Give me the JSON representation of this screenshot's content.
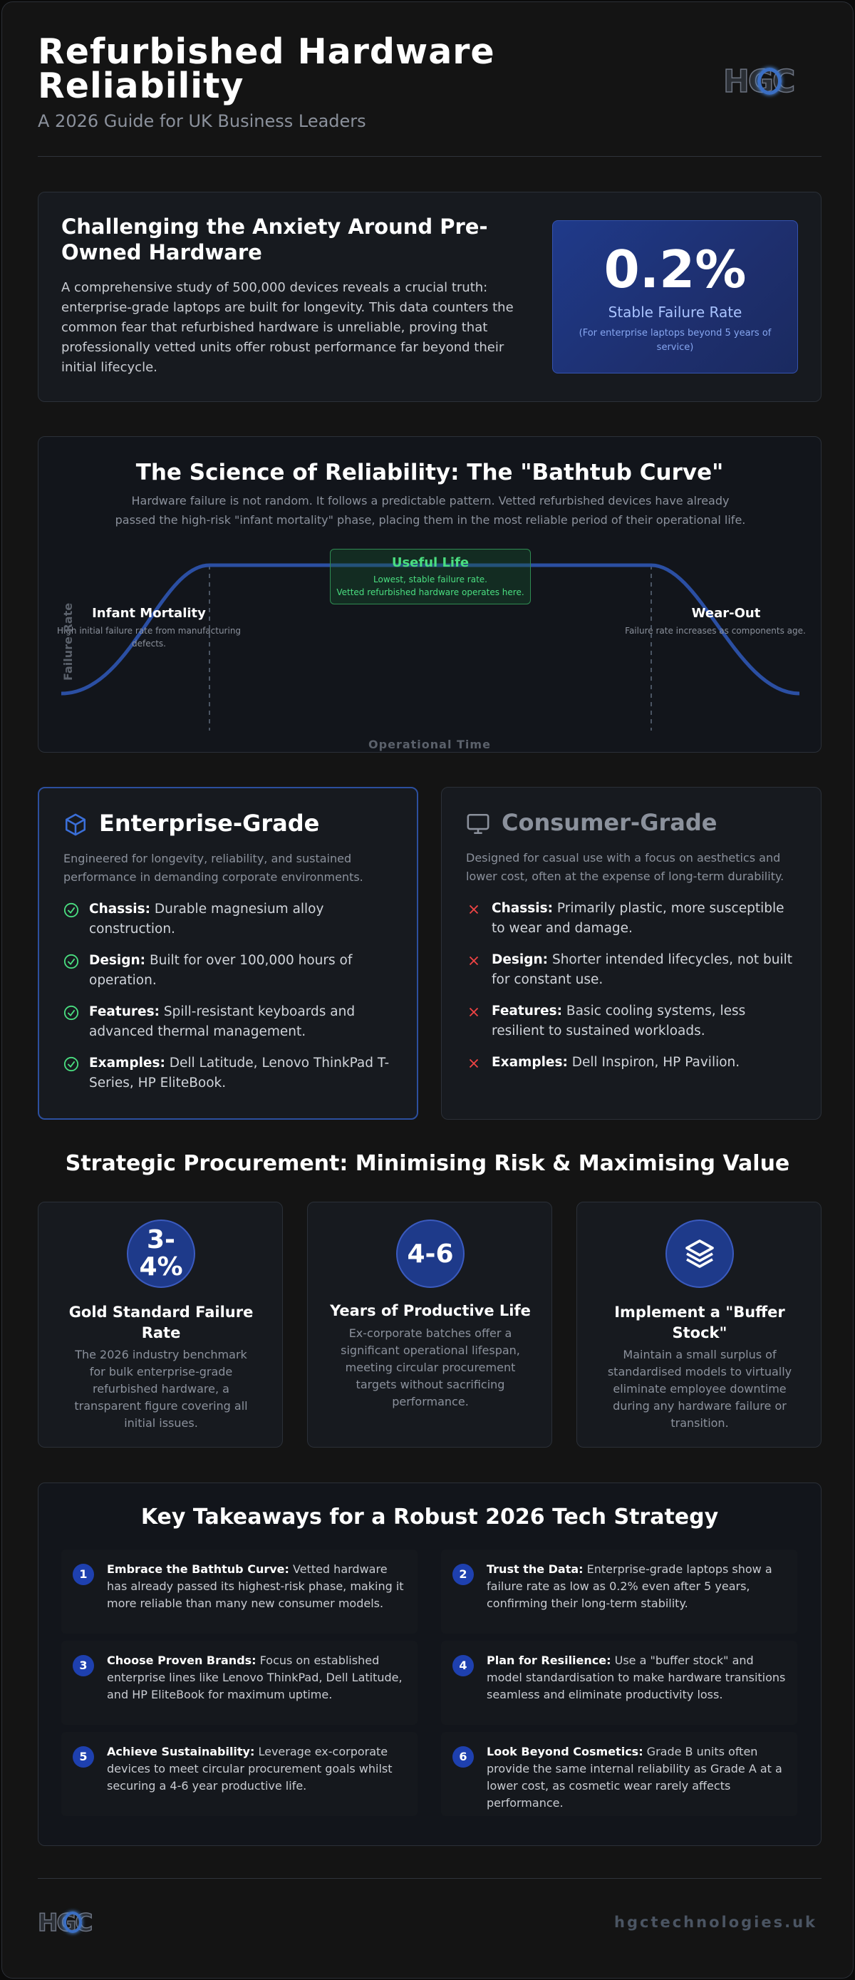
{
  "header": {
    "title": "Refurbished Hardware Reliability",
    "subtitle": "A 2026 Guide for UK Business Leaders",
    "logo_text": "HGC"
  },
  "intro": {
    "heading": "Challenging the Anxiety Around Pre-Owned Hardware",
    "body": "A comprehensive study of 500,000 devices reveals a crucial truth: enterprise-grade laptops are built for longevity. This data counters the common fear that refurbished hardware is unreliable, proving that professionally vetted units offer robust performance far beyond their initial lifecycle.",
    "stat_value": "0.2%",
    "stat_label": "Stable Failure Rate",
    "stat_note": "(For enterprise laptops beyond 5 years of service)"
  },
  "bathtub": {
    "heading": "The Science of Reliability: The \"Bathtub Curve\"",
    "description": "Hardware failure is not random. It follows a predictable pattern. Vetted refurbished devices have already passed the high-risk \"infant mortality\" phase, placing them in the most reliable period of their operational life.",
    "y_label": "Failure Rate",
    "x_label": "Operational Time",
    "phases": [
      {
        "title": "Infant Mortality",
        "text": "High initial failure rate from manufacturing defects."
      },
      {
        "title": "Useful Life",
        "text1": "Lowest, stable failure rate.",
        "text2": "Vetted refurbished hardware operates here."
      },
      {
        "title": "Wear-Out",
        "text": "Failure rate increases as components age."
      }
    ],
    "curve_color": "#2b4fa3",
    "highlight_color": "#4ade80"
  },
  "compare": {
    "enterprise": {
      "title": "Enterprise-Grade",
      "icon": "cube-icon",
      "description": "Engineered for longevity, reliability, and sustained performance in demanding corporate environments.",
      "items": [
        {
          "label": "Chassis:",
          "text": " Durable magnesium alloy construction."
        },
        {
          "label": "Design:",
          "text": " Built for over 100,000 hours of operation."
        },
        {
          "label": "Features:",
          "text": " Spill-resistant keyboards and advanced thermal management."
        },
        {
          "label": "Examples:",
          "text": " Dell Latitude, Lenovo ThinkPad T-Series, HP EliteBook."
        }
      ]
    },
    "consumer": {
      "title": "Consumer-Grade",
      "icon": "monitor-icon",
      "description": "Designed for casual use with a focus on aesthetics and lower cost, often at the expense of long-term durability.",
      "items": [
        {
          "label": "Chassis:",
          "text": " Primarily plastic, more susceptible to wear and damage."
        },
        {
          "label": "Design:",
          "text": " Shorter intended lifecycles, not built for constant use."
        },
        {
          "label": "Features:",
          "text": " Basic cooling systems, less resilient to sustained workloads."
        },
        {
          "label": "Examples:",
          "text": " Dell Inspiron, HP Pavilion."
        }
      ]
    }
  },
  "strategic": {
    "heading": "Strategic Procurement: Minimising Risk & Maximising Value",
    "cards": [
      {
        "value_line1": "3-",
        "value_line2": "4%",
        "title": "Gold Standard Failure Rate",
        "text": "The 2026 industry benchmark for bulk enterprise-grade refurbished hardware, a transparent figure covering all initial issues."
      },
      {
        "value": "4-6",
        "title": "Years of Productive Life",
        "text": "Ex-corporate batches offer a significant operational lifespan, meeting circular procurement targets without sacrificing performance."
      },
      {
        "icon": "layers-icon",
        "title": "Implement a \"Buffer Stock\"",
        "text": "Maintain a small surplus of standardised models to virtually eliminate employee downtime during any hardware failure or transition."
      }
    ]
  },
  "takeaways": {
    "heading": "Key Takeaways for a Robust 2026 Tech Strategy",
    "items": [
      {
        "num": "1",
        "label": "Embrace the Bathtub Curve:",
        "text": " Vetted hardware has already passed its highest-risk phase, making it more reliable than many new consumer models."
      },
      {
        "num": "2",
        "label": "Trust the Data:",
        "text": " Enterprise-grade laptops show a failure rate as low as 0.2% even after 5 years, confirming their long-term stability."
      },
      {
        "num": "3",
        "label": "Choose Proven Brands:",
        "text": " Focus on established enterprise lines like Lenovo ThinkPad, Dell Latitude, and HP EliteBook for maximum uptime."
      },
      {
        "num": "4",
        "label": "Plan for Resilience:",
        "text": " Use a \"buffer stock\" and model standardisation to make hardware transitions seamless and eliminate productivity loss."
      },
      {
        "num": "5",
        "label": "Achieve Sustainability:",
        "text": " Leverage ex-corporate devices to meet circular procurement goals whilst securing a 4-6 year productive life."
      },
      {
        "num": "6",
        "label": "Look Beyond Cosmetics:",
        "text": " Grade B units often provide the same internal reliability as Grade A at a lower cost, as cosmetic wear rarely affects performance."
      }
    ]
  },
  "footer": {
    "logo_text": "HGC",
    "url": "hgctechnologies.uk"
  },
  "colors": {
    "accent_blue": "#1e3a8a",
    "enterprise_border": "#2c4f9e",
    "success_green": "#4ade80",
    "danger_red": "#ef4444"
  }
}
